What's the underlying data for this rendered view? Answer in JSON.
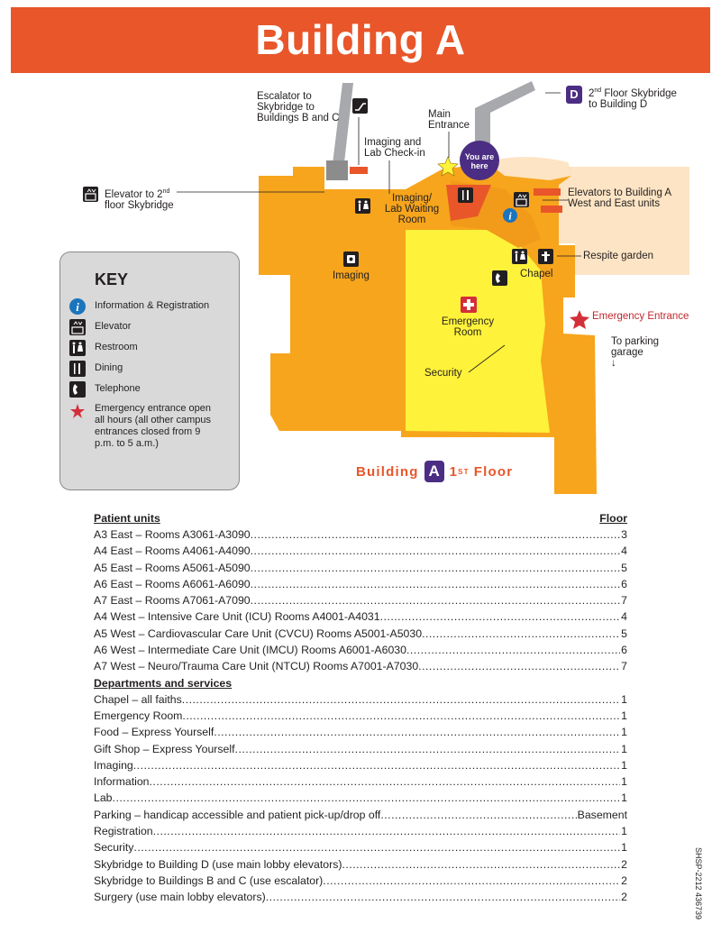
{
  "header": {
    "title": "Building A"
  },
  "map": {
    "labels": {
      "escalator": [
        "Escalator to",
        "Skybridge to",
        "Buildings B and C"
      ],
      "skybridge_d_line1": "Skybridge",
      "skybridge_d_line2": "to Building D",
      "skybridge_d_floor": "2",
      "skybridge_d_sup": "nd",
      "skybridge_d_floor_word": "Floor",
      "building_d_badge": "D",
      "main_entrance": [
        "Main",
        "Entrance"
      ],
      "imaging_checkin": [
        "Imaging and",
        "Lab Check-in"
      ],
      "you_are_here": [
        "You are",
        "here"
      ],
      "elevator_skybridge_line1": "Elevator to 2",
      "elevator_skybridge_sup": "nd",
      "elevator_skybridge_line2": "floor Skybridge",
      "imaging_waiting": [
        "Imaging/",
        "Lab Waiting",
        "Room"
      ],
      "elevators_a": [
        "Elevators to Building A",
        "West and East units"
      ],
      "imaging": "Imaging",
      "respite_garden": "Respite garden",
      "chapel": "Chapel",
      "emergency_room": [
        "Emergency",
        "Room"
      ],
      "emergency_entrance": "Emergency Entrance",
      "parking": [
        "To parking",
        "garage"
      ],
      "parking_arrow": "↓",
      "security": "Security"
    },
    "floor_title_pre": "Building",
    "floor_title_badge": "A",
    "floor_title_num": "1",
    "floor_title_sup": "ST",
    "floor_title_post": "Floor",
    "colors": {
      "orange": "#f7a51c",
      "yellow": "#fff23a",
      "dark_orange": "#e8562a",
      "purple": "#4b2e83",
      "gray": "#a7a9ac",
      "peach": "#fde4c4"
    }
  },
  "key": {
    "title": "KEY",
    "items": [
      {
        "icon": "info-icon",
        "label": "Information & Registration"
      },
      {
        "icon": "elevator-icon",
        "label": "Elevator"
      },
      {
        "icon": "restroom-icon",
        "label": "Restroom"
      },
      {
        "icon": "dining-icon",
        "label": "Dining"
      },
      {
        "icon": "telephone-icon",
        "label": "Telephone"
      },
      {
        "icon": "star-icon",
        "label": "Emergency entrance open all hours (all other campus entrances closed from 9 p.m. to 5 a.m.)"
      }
    ]
  },
  "directory": {
    "patient_units_heading": "Patient units",
    "floor_heading": "Floor",
    "patient_units": [
      {
        "name": "A3 East – Rooms A3061-A3090",
        "floor": "3"
      },
      {
        "name": "A4 East – Rooms A4061-A4090",
        "floor": "4"
      },
      {
        "name": "A5 East – Rooms A5061-A5090",
        "floor": "5"
      },
      {
        "name": "A6 East – Rooms A6061-A6090",
        "floor": "6"
      },
      {
        "name": "A7 East – Rooms A7061-A7090",
        "floor": "7"
      },
      {
        "name": "A4 West – Intensive Care Unit (ICU) Rooms A4001-A4031",
        "floor": "4"
      },
      {
        "name": "A5 West – Cardiovascular Care Unit (CVCU) Rooms A5001-A5030",
        "floor": "5"
      },
      {
        "name": "A6 West – Intermediate Care Unit (IMCU) Rooms A6001-A6030",
        "floor": "6"
      },
      {
        "name": "A7 West – Neuro/Trauma Care Unit (NTCU) Rooms A7001-A7030",
        "floor": "7"
      }
    ],
    "departments_heading": "Departments and services",
    "departments": [
      {
        "name": "Chapel – all faiths",
        "floor": "1"
      },
      {
        "name": "Emergency Room",
        "floor": "1"
      },
      {
        "name": "Food – Express Yourself",
        "floor": "1"
      },
      {
        "name": "Gift Shop – Express Yourself",
        "floor": "1"
      },
      {
        "name": "Imaging",
        "floor": "1"
      },
      {
        "name": "Information",
        "floor": "1"
      },
      {
        "name": "Lab",
        "floor": "1"
      },
      {
        "name": "Parking – handicap accessible and patient pick-up/drop off",
        "floor": "Basement"
      },
      {
        "name": "Registration",
        "floor": "1"
      },
      {
        "name": "Security",
        "floor": "1"
      },
      {
        "name": "Skybridge to Building D (use main lobby elevators)",
        "floor": "2"
      },
      {
        "name": "Skybridge to Buildings B and C (use escalator)",
        "floor": "2"
      },
      {
        "name": "Surgery (use main lobby elevators)",
        "floor": "2"
      }
    ]
  },
  "footer": {
    "code": "SHSP-2212 436739"
  }
}
